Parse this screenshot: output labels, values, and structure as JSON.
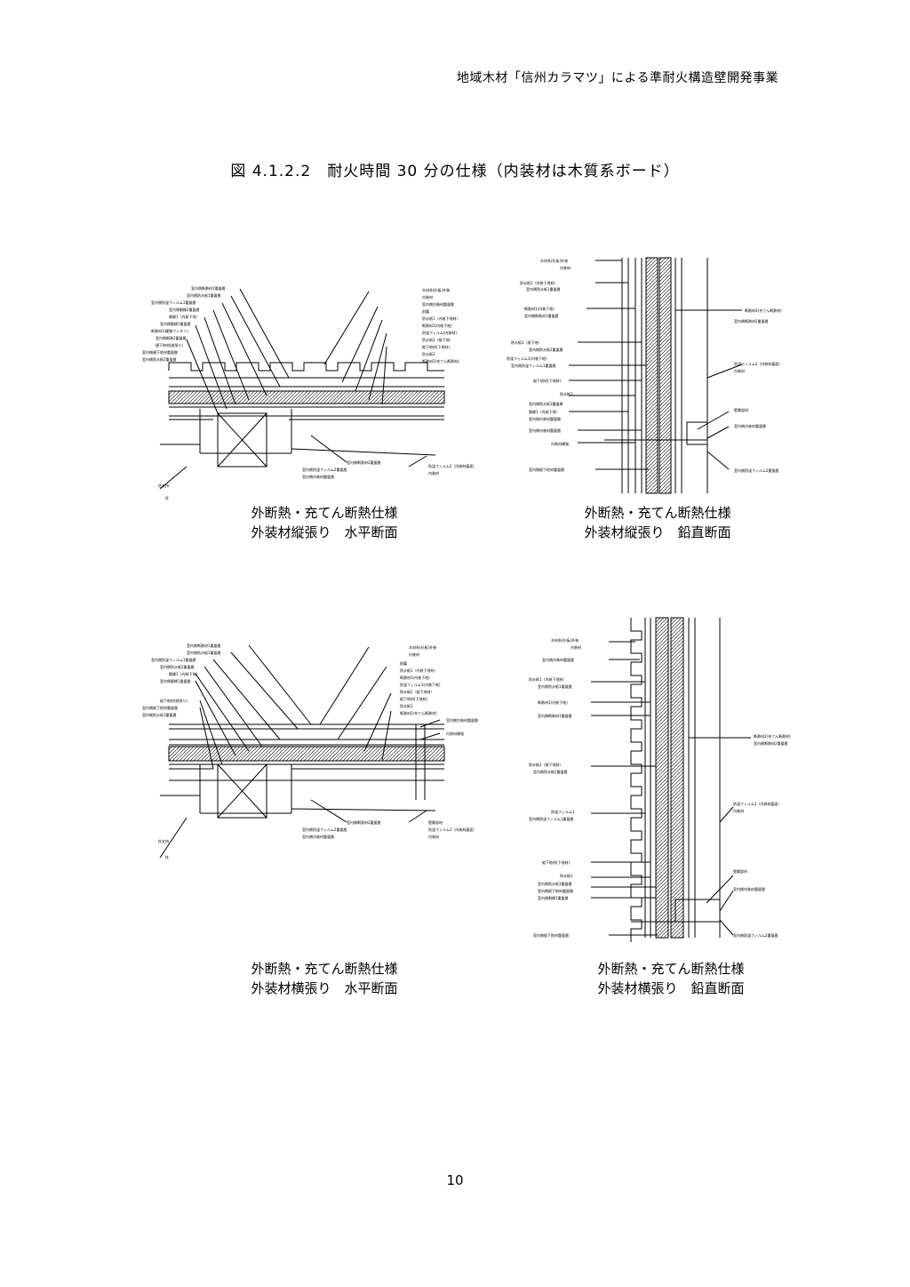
{
  "header": {
    "text": "地域木材「信州カラマツ」による準耐火構造壁開発事業"
  },
  "figure": {
    "title": "図 4.1.2.2　耐火時間 30 分の仕様（内装材は木質系ボード）"
  },
  "panels": [
    {
      "caption_line1": "外断熱・充てん断熱仕様",
      "caption_line2": "外装材縦張り　水平断面"
    },
    {
      "caption_line1": "外断熱・充てん断熱仕様",
      "caption_line2": "外装材縦張り　鉛直断面"
    },
    {
      "caption_line1": "外断熱・充てん断熱仕様",
      "caption_line2": "外装材横張り　水平断面"
    },
    {
      "caption_line1": "外断熱・充てん断熱仕様",
      "caption_line2": "外装材横張り　鉛直断面"
    }
  ],
  "page": {
    "number": "10"
  }
}
